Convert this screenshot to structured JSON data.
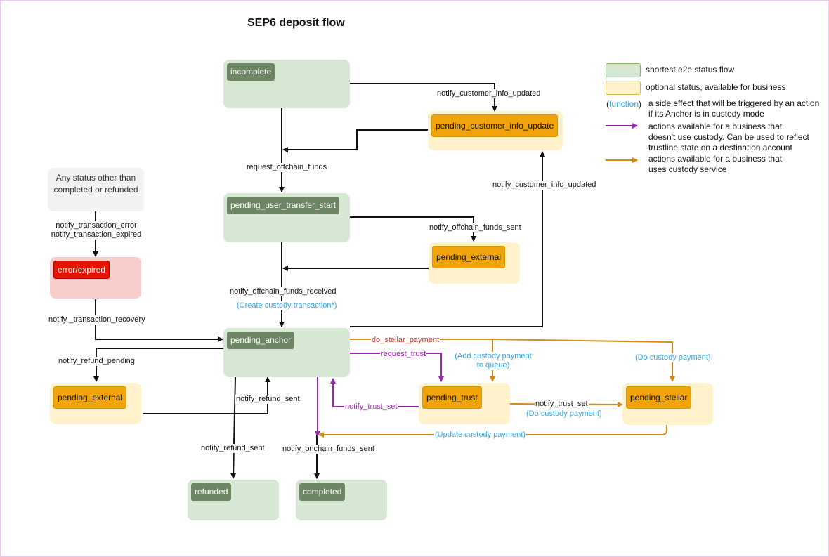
{
  "title": "SEP6 deposit flow",
  "states": {
    "incomplete": "incomplete",
    "pending_customer_info_update": "pending_customer_info_update",
    "pending_user_transfer_start": "pending_user_transfer_start",
    "pending_external_top": "pending_external",
    "pending_anchor": "pending_anchor",
    "pending_trust": "pending_trust",
    "pending_stellar": "pending_stellar",
    "error_expired": "error/expired",
    "pending_external_left": "pending_external",
    "refunded": "refunded",
    "completed": "completed",
    "any_status_line1": "Any status other than",
    "any_status_line2": "completed or refunded"
  },
  "edge_labels": {
    "notify_customer_info_updated_top": "notify_customer_info_updated",
    "request_offchain_funds": "request_offchain_funds",
    "notify_customer_info_updated_right": "notify_customer_info_updated",
    "notify_offchain_funds_sent": "notify_offchain_funds_sent",
    "notify_offchain_funds_received": "notify_offchain_funds_received",
    "create_custody_transaction": "(Create custody transaction*)",
    "notify_transaction_error": "notify_transaction_error",
    "notify_transaction_expired": "notify_transaction_expired",
    "notify_transaction_recovery": "notify _transaction_recovery",
    "notify_refund_pending": "notify_refund_pending",
    "notify_refund_sent_inner": "notify_refund_sent",
    "notify_refund_sent_outer": "notify_refund_sent",
    "notify_onchain_funds_sent": "notify_onchain_funds_sent",
    "do_stellar_payment": "do_stellar_payment",
    "request_trust": "request_trust",
    "add_custody_payment_1": "(Add custody payment",
    "add_custody_payment_2": "to queue)",
    "do_custody_payment_right": "(Do custody payment)",
    "notify_trust_set_purple": "notify_trust_set",
    "notify_trust_set_orange": "notify_trust_set",
    "do_custody_payment_mid": "(Do custody payment)",
    "update_custody_payment": "(Update custody payment)"
  },
  "legend": {
    "shortest": "shortest e2e status flow",
    "optional": "optional status, available for business",
    "function_open": "(",
    "function_word": "function",
    "function_close": ")",
    "side_effect_1": "a side effect that will be triggered by an action",
    "side_effect_2": "if its Anchor is in custody mode",
    "purple_1": "actions available for a business that",
    "purple_2": "doesn't use custody. Can be used to reflect",
    "purple_3": "trustline state on a destination account",
    "orange_1": "actions available for a business that",
    "orange_2": "uses custody service"
  },
  "colors": {
    "green_fill": "#d6e8d4",
    "green_chip": "#6d8764",
    "yellow_fill": "#fff2cc",
    "orange_chip": "#f0a30a",
    "red_fill": "#f8cecc",
    "red_chip": "#e51400",
    "purple": "#9c27b0",
    "orange_edge": "#d48a1f",
    "blue_text": "#3aa7e0"
  }
}
